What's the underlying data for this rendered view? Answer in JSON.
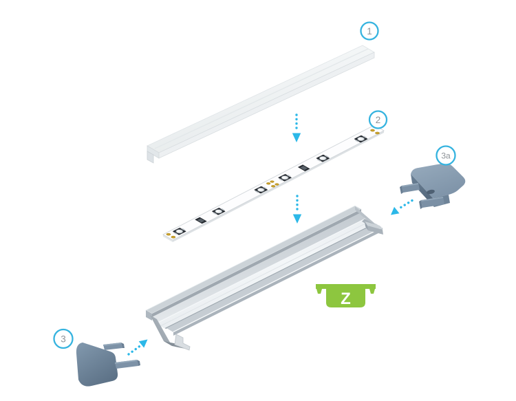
{
  "diagram": {
    "background": "#ffffff",
    "part_labels": {
      "diffuser": "1",
      "led_strip": "2",
      "end_cap_bottom": "3",
      "end_cap_top": "3a"
    },
    "profile_type_badge": {
      "letter": "Z",
      "color": "#8dc63f",
      "letter_color": "#ffffff"
    },
    "colors": {
      "accent_cyan": "#2cb8e8",
      "label_ring": "#35b3df",
      "label_text": "#8d9297",
      "end_cap": "#7b90a5",
      "aluminum": "#d5dbe0",
      "pcb": "#fdfdfe",
      "solder_pad": "#c8a02c",
      "led_package": "#262b31",
      "diffuser": "#f2f5f7"
    }
  }
}
